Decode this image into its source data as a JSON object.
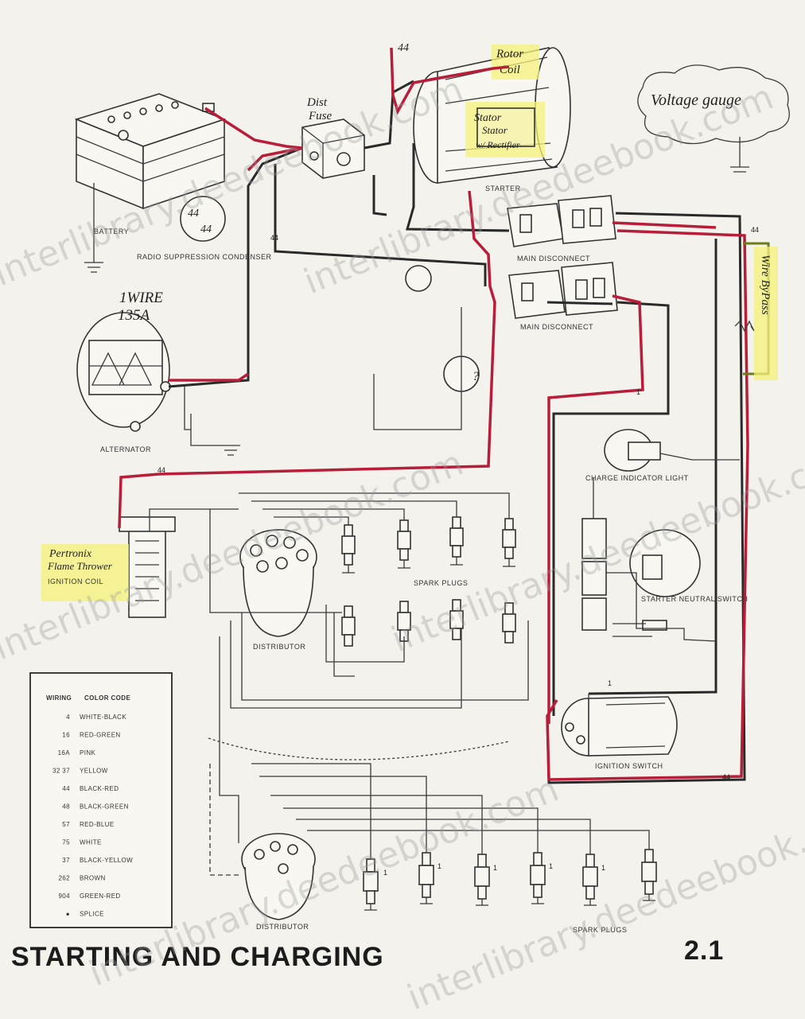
{
  "title": "STARTING AND CHARGING",
  "page_number": "2.1",
  "components": {
    "battery": "BATTERY",
    "radio_condenser": "RADIO SUPPRESSION CONDENSER",
    "starter": "STARTER",
    "main_disconnect": "MAIN DISCONNECT",
    "alternator": "ALTERNATOR",
    "charge_indicator": "CHARGE INDICATOR LIGHT",
    "distributor": "DISTRIBUTOR",
    "spark_plugs": "SPARK PLUGS",
    "starter_neutral": "STARTER NEUTRAL SWITCH",
    "ignition_switch": "IGNITION SWITCH",
    "ignition_coil": "IGNITION COIL"
  },
  "annotations": {
    "wires_top": "44",
    "rotor_coil_1": "Rotor",
    "rotor_coil_2": "Coil",
    "voltage_gauge": "Voltage gauge",
    "dist_fuse_1": "Dist",
    "dist_fuse_2": "Fuse",
    "starter_note_1": "Stator",
    "starter_note_2": "Stator",
    "starter_note_3": "w/ Rectifier",
    "alt_1": "1WIRE",
    "alt_2": "135A",
    "nums_44": "44",
    "nums_ones": "1",
    "pertronix_1": "Pertronix",
    "pertronix_2": "Flame Thrower",
    "resistor_note": "Wire ByPass"
  },
  "color_code": {
    "title_1": "WIRING",
    "title_2": "COLOR CODE",
    "rows": [
      {
        "num": "4",
        "color": "WHITE-BLACK"
      },
      {
        "num": "16",
        "color": "RED-GREEN"
      },
      {
        "num": "16A",
        "color": "PINK"
      },
      {
        "num": "32 37",
        "color": "YELLOW"
      },
      {
        "num": "44",
        "color": "BLACK-RED"
      },
      {
        "num": "48",
        "color": "BLACK-GREEN"
      },
      {
        "num": "57",
        "color": "RED-BLUE"
      },
      {
        "num": "75",
        "color": "WHITE"
      },
      {
        "num": "37",
        "color": "BLACK-YELLOW"
      },
      {
        "num": "262",
        "color": "BROWN"
      },
      {
        "num": "904",
        "color": "GREEN-RED"
      },
      {
        "num": "●",
        "color": "SPLICE"
      }
    ]
  },
  "watermark": "interlibrary.deedeebook.com",
  "colors": {
    "red_wire": "#b81e3a",
    "black_wire": "#2a2a2a",
    "highlight": "#f5f27a",
    "paper": "#f4f2ec"
  }
}
